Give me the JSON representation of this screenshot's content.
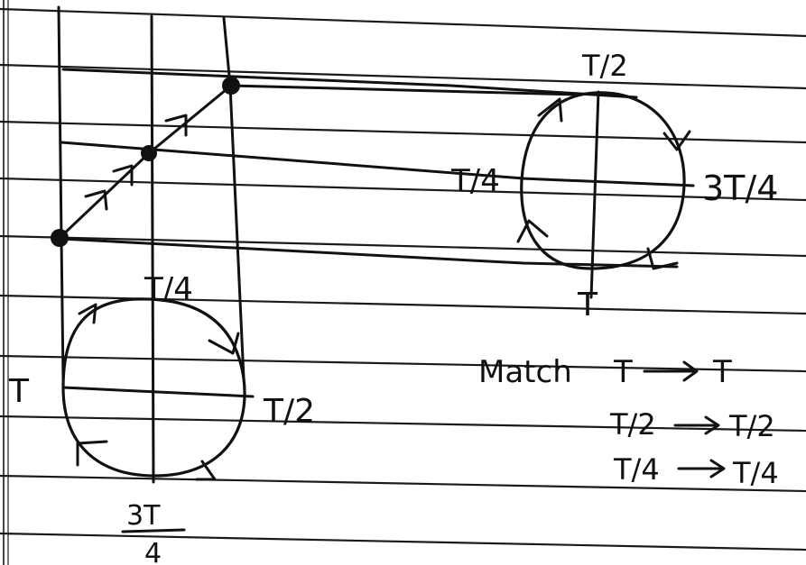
{
  "diagram": {
    "colors": {
      "ink": "#111111",
      "paper": "#ffffff"
    },
    "left_circle": {
      "label_top": "T/4",
      "label_left": "T",
      "label_right": "T/2",
      "label_bottom_num": "3T",
      "label_bottom_den": "4"
    },
    "right_circle": {
      "label_top": "T/2",
      "label_left": "T/4",
      "label_right": "3T/4",
      "label_bottom": "T"
    },
    "match_note": {
      "heading": "Match",
      "rows": [
        {
          "from": "T",
          "to": "T"
        },
        {
          "from": "T/2",
          "to": "T/2"
        },
        {
          "from": "T/4",
          "to": "T/4"
        }
      ],
      "arrow_icon": "right-arrow-icon"
    }
  }
}
